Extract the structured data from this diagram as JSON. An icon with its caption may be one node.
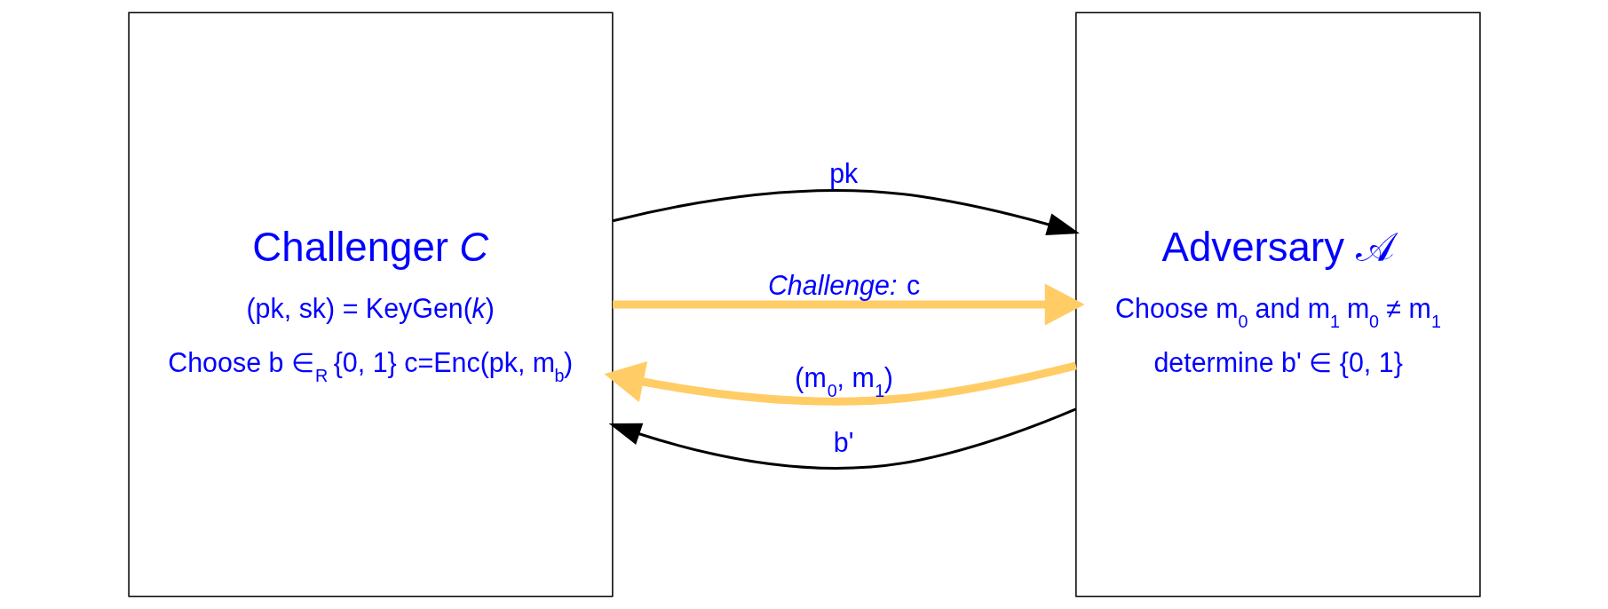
{
  "diagram": {
    "nodes": [
      {
        "text": [
          "Challenger *C*",
          "(pk, sk) = KeyGen(*k*)",
          "Choose b ∈$_{R}$ {0, 1} c=Enc(pk, m$_{b}$)"
        ]
      },
      {
        "text": [
          "Adversary 𝒜",
          "Choose m$_{0}$ and m$_{1}$ m$_{0}$ ≠ m$_{1}$",
          "determine b' ∈ {0, 1}"
        ]
      }
    ],
    "edges": [
      {
        "from": 0,
        "to": 1,
        "arrow": "to",
        "label": "pk"
      },
      {
        "from": 1,
        "to": 0,
        "arrow": "to",
        "label": "(m$_{0}$, m$_{1}$)",
        "style": "thick",
        "color": "#ffcc66"
      },
      {
        "from": 0,
        "to": 1,
        "arrow": "to",
        "label": "*Challenge:* c",
        "style": "thick",
        "color": "#ffcc66"
      },
      {
        "from": 1,
        "to": 0,
        "arrow": "to",
        "label": "b'"
      }
    ]
  }
}
